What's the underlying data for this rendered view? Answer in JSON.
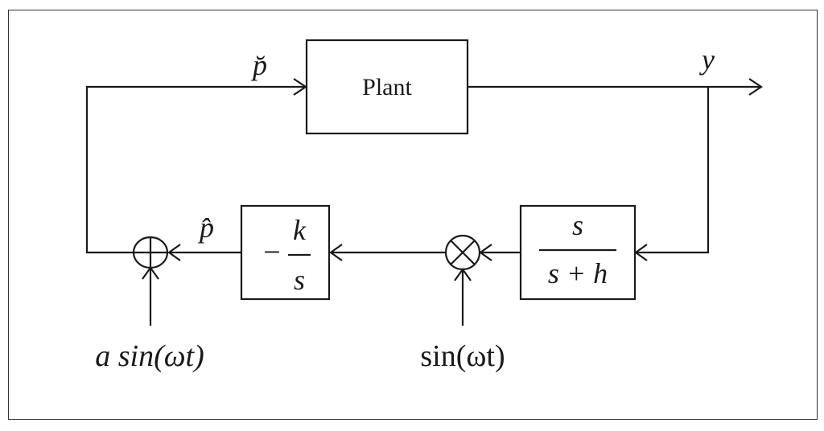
{
  "blocks": {
    "plant": {
      "label": "Plant"
    },
    "highpass": {
      "numerator": "s",
      "denominator": "s + h"
    },
    "integrator": {
      "sign": "−",
      "numerator": "k",
      "denominator": "s"
    }
  },
  "signals": {
    "plant_input": "p̆",
    "output": "y",
    "estimate": "p̂",
    "perturbation": "a sin(ωt)",
    "demodulation": "sin(ωt)"
  },
  "colors": {
    "stroke": "#1a1a1a",
    "frame": "#333333",
    "background": "#ffffff"
  }
}
